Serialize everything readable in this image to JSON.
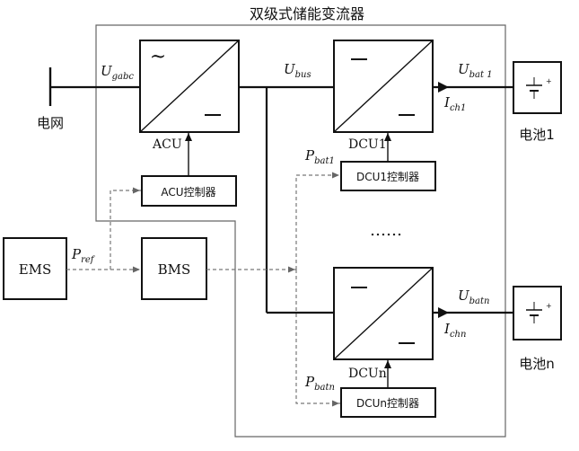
{
  "title": "双级式储能变流器",
  "grid_label": "电网",
  "acu": {
    "label": "ACU",
    "controller": "ACU控制器",
    "ac_symbol": "~"
  },
  "dcu1": {
    "label": "DCU1",
    "controller": "DCU1控制器"
  },
  "dcun": {
    "label": "DCUn",
    "controller": "DCUn控制器"
  },
  "ellipsis": "……",
  "ems": "EMS",
  "bms": "BMS",
  "battery1": "电池1",
  "batteryn": "电池n",
  "signals": {
    "u_gabc": {
      "main": "U",
      "sub": "gabc"
    },
    "u_bus": {
      "main": "U",
      "sub": "bus"
    },
    "u_bat1": {
      "main": "U",
      "sub": "bat 1"
    },
    "i_ch1": {
      "main": "I",
      "sub": "ch1"
    },
    "p_bat1": {
      "main": "P",
      "sub": "bat1"
    },
    "p_ref": {
      "main": "P",
      "sub": "ref"
    },
    "u_batn": {
      "main": "U",
      "sub": "batn"
    },
    "i_chn": {
      "main": "I",
      "sub": "chn"
    },
    "p_batn": {
      "main": "P",
      "sub": "batn"
    }
  },
  "colors": {
    "line": "#111111",
    "dashed": "#777777",
    "frame": "#666666"
  }
}
